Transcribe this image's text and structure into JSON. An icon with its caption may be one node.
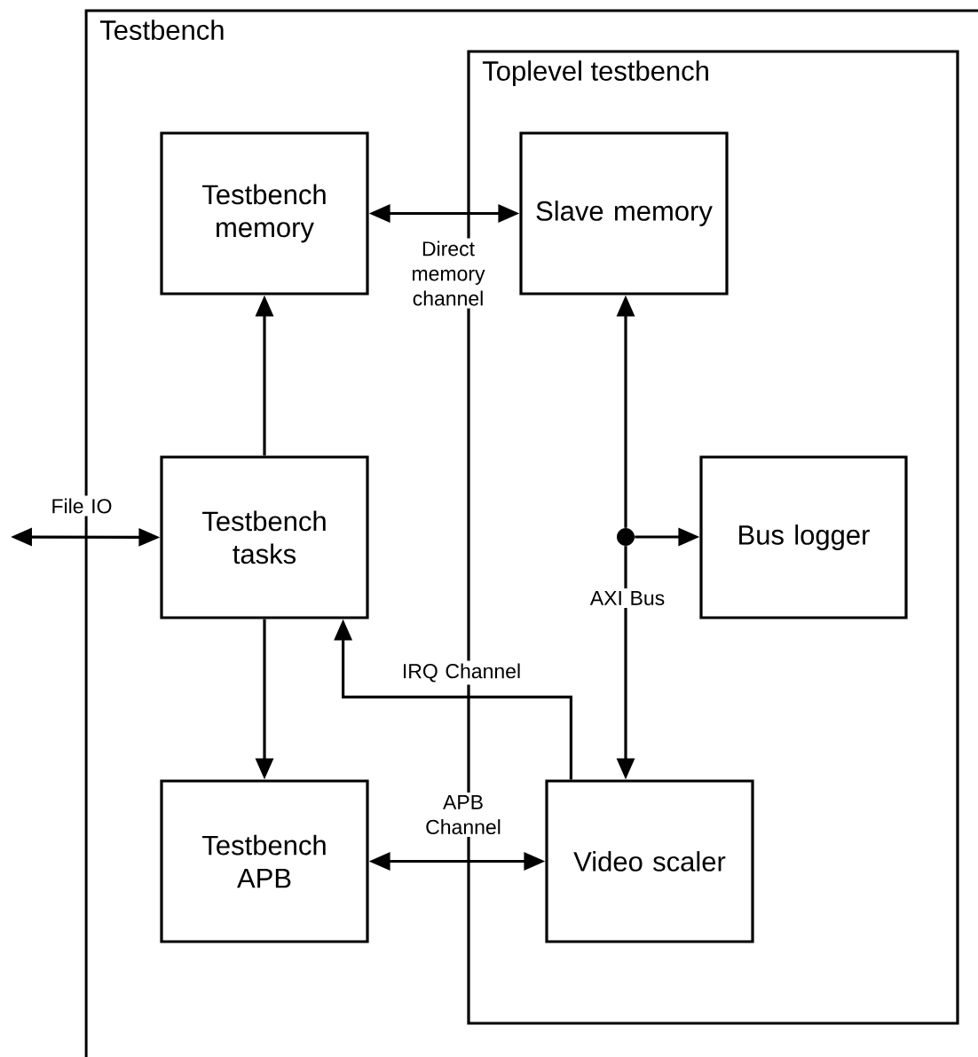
{
  "diagram": {
    "nodes": [
      {
        "text": [
          "Testbench"
        ]
      },
      {
        "text": [
          "Toplevel testbench"
        ],
        "in": 0
      },
      {
        "text": [
          "Testbench memory"
        ],
        "in": 0
      },
      {
        "text": [
          "Slave memory"
        ],
        "in": 1
      },
      {
        "text": [
          "Testbench tasks"
        ],
        "in": 0
      },
      {
        "text": [
          "Bus logger"
        ],
        "in": 1
      },
      {
        "text": [
          "Testbench APB"
        ],
        "in": 0
      },
      {
        "text": [
          "Video scaler"
        ],
        "in": 1
      },
      {
        "text": [],
        "shape": "circle",
        "in": 1
      }
    ],
    "edges": [
      {
        "from": 2,
        "to": 3,
        "arrow": "both",
        "label": "Direct memory channel"
      },
      {
        "from": 4,
        "to": 2,
        "arrow": "to"
      },
      {
        "from": null,
        "to": 4,
        "arrow": "both",
        "label": "File IO"
      },
      {
        "from": 4,
        "to": 6,
        "arrow": "to"
      },
      {
        "from": 7,
        "to": 4,
        "arrow": "to",
        "label": "IRQ Channel"
      },
      {
        "from": 6,
        "to": 7,
        "arrow": "both",
        "label": "APB Channel"
      },
      {
        "from": 8,
        "to": 3,
        "arrow": "to"
      },
      {
        "from": 8,
        "to": 5,
        "arrow": "to"
      },
      {
        "from": 8,
        "to": 7,
        "arrow": "to",
        "label": "AXI Bus"
      }
    ]
  }
}
